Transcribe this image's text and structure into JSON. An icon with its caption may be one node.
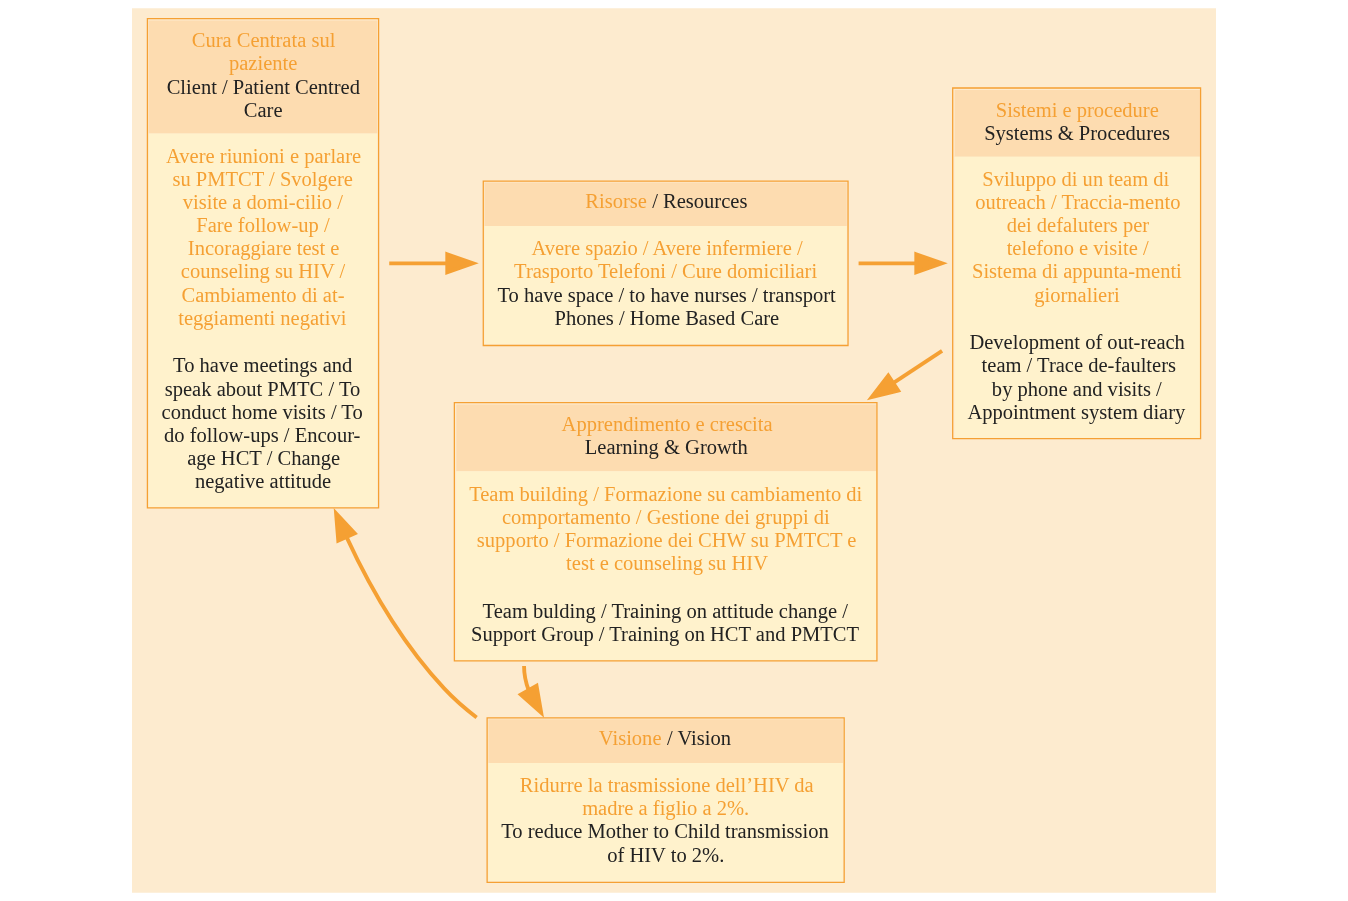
{
  "diagram": {
    "nodes": [
      {
        "text": [
          "Cura Centrata sul paziente",
          "Client / Patient Centred Care",
          "Avere riunioni e parlare su PMTCT / Svolgere visite a domi-cilio / Fare follow-up / Incoraggiare test e counseling su HIV / Cambiamento di at-teggiamenti negativi",
          "To have meetings and speak about PMTC / To conduct home visits / To do follow-ups / Encour-age HCT / Change negative attitude"
        ]
      },
      {
        "text": [
          "Risorse",
          "/ Resources",
          "Avere spazio / Avere infermiere / Trasporto Telefoni / Cure domiciliari",
          "To have space / to have nurses / transport Phones / Home Based Care"
        ]
      },
      {
        "text": [
          "Sistemi e procedure",
          "Systems & Procedures",
          "Sviluppo di un team di outreach / Traccia-mento dei defaluters per telefono e visite / Sistema di appunta-menti giornalieri",
          "Development of out-reach team / Trace de-faulters by phone and visits / Appointment system diary"
        ]
      },
      {
        "text": [
          "Visione",
          "/ Vision",
          "Ridurre la trasmissione dell’HIV da madre a figlio a 2%.",
          "To reduce Mother to Child transmission of HIV to 2%."
        ]
      },
      {
        "text": [
          "Apprendimento e crescita",
          "Learning & Growth",
          "Team building / Formazione su cambiamento di comportamento / Gestione dei gruppi di supporto / Formazione dei CHW su PMTCT e test e counseling su HIV",
          "Team bulding / Training on attitude change / Support Group / Training on HCT and PMTCT"
        ]
      }
    ],
    "edges": [
      {
        "from": 0,
        "to": 1,
        "arrow": "to"
      },
      {
        "from": 1,
        "to": 2,
        "arrow": "to"
      },
      {
        "from": 2,
        "to": 4,
        "arrow": "to"
      },
      {
        "from": 4,
        "to": 3,
        "arrow": "to"
      },
      {
        "from": 3,
        "to": 0,
        "arrow": "to"
      }
    ]
  }
}
